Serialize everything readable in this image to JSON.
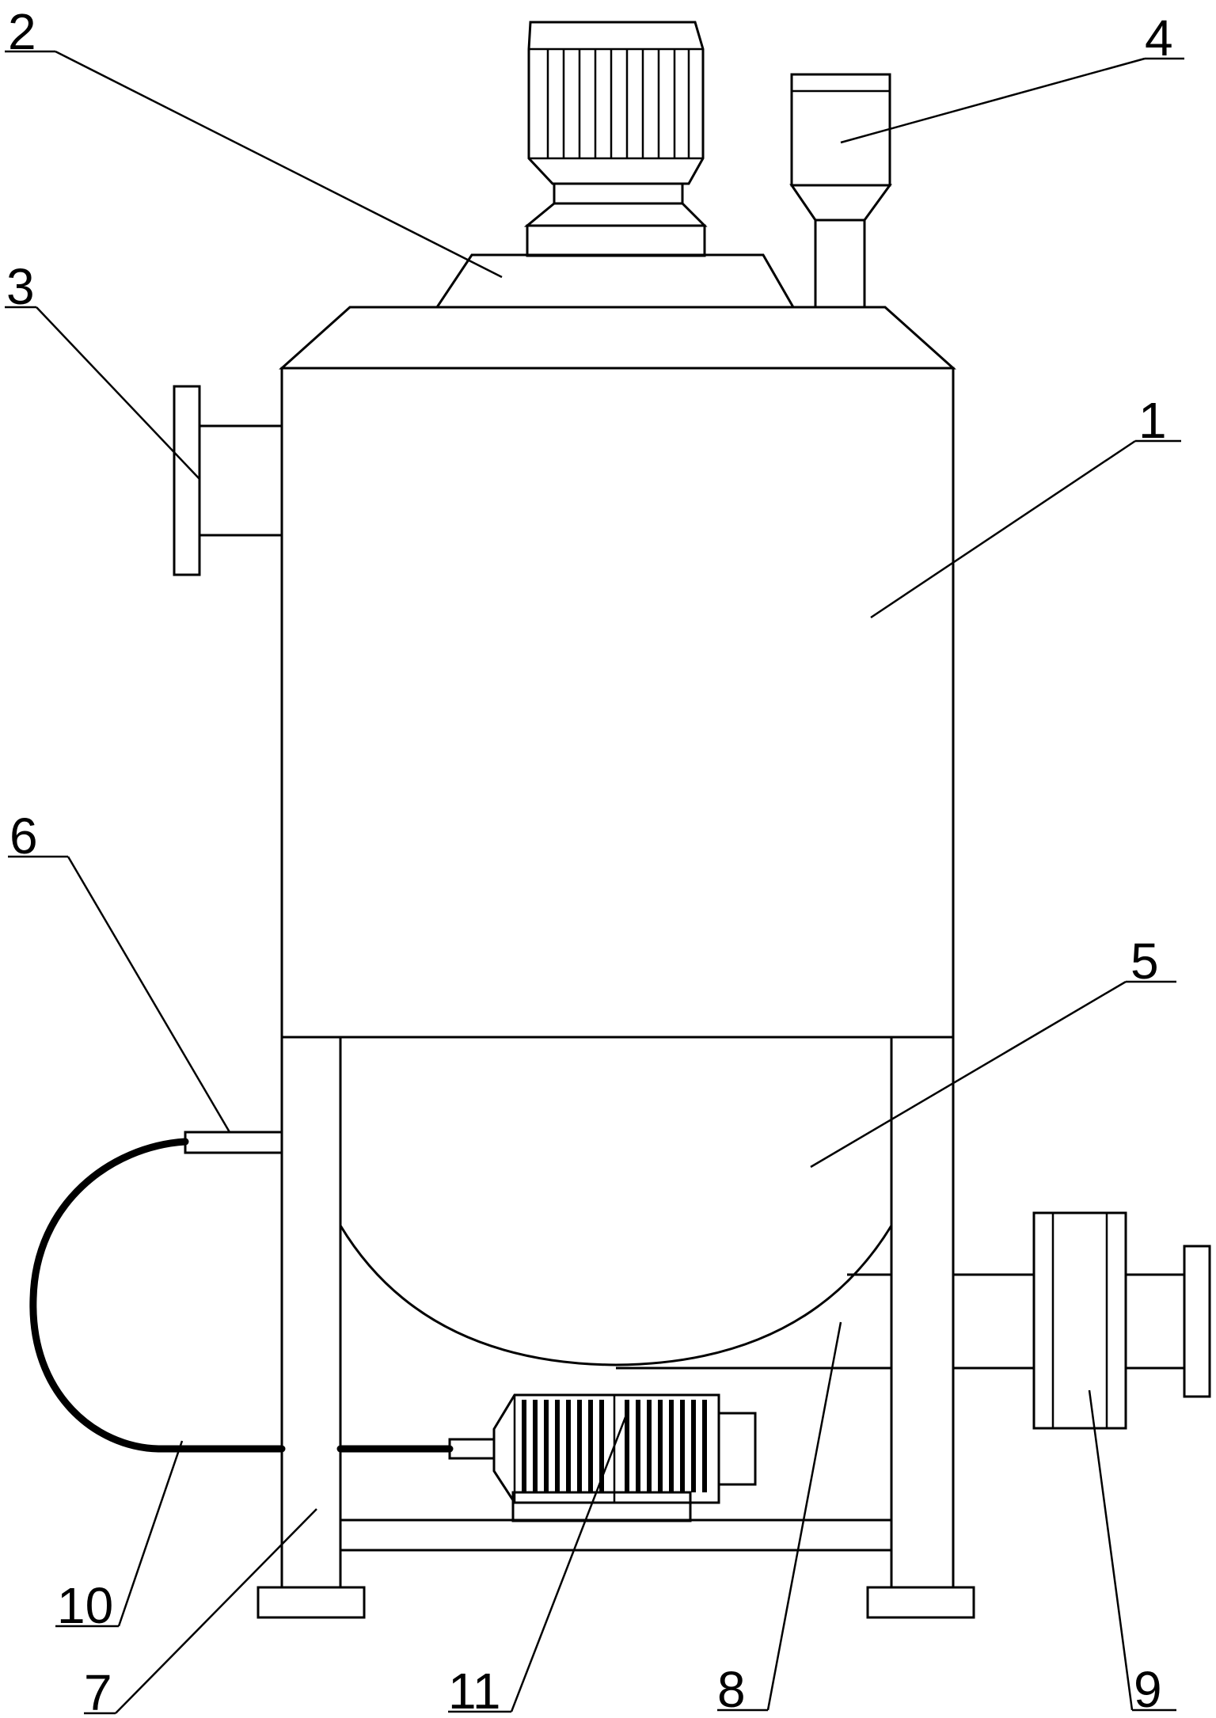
{
  "diagram": {
    "labels": [
      {
        "id": "1",
        "text": "1",
        "part": "tank-body"
      },
      {
        "id": "2",
        "text": "2",
        "part": "motor-mount-cover"
      },
      {
        "id": "3",
        "text": "3",
        "part": "side-flange-inlet"
      },
      {
        "id": "4",
        "text": "4",
        "part": "feed-hopper"
      },
      {
        "id": "5",
        "text": "5",
        "part": "hemispherical-bottom"
      },
      {
        "id": "6",
        "text": "6",
        "part": "hose-connector"
      },
      {
        "id": "7",
        "text": "7",
        "part": "support-leg"
      },
      {
        "id": "8",
        "text": "8",
        "part": "discharge-pipe"
      },
      {
        "id": "9",
        "text": "9",
        "part": "discharge-valve"
      },
      {
        "id": "10",
        "text": "10",
        "part": "hose"
      },
      {
        "id": "11",
        "text": "11",
        "part": "pump-motor"
      }
    ]
  }
}
